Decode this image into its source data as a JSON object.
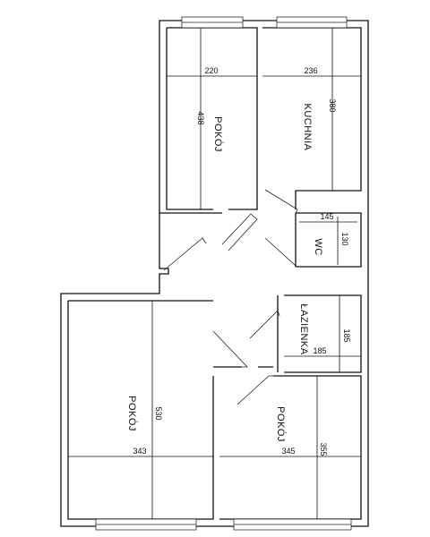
{
  "rooms": {
    "room_top_left": {
      "name": "POKÓJ",
      "width": "220",
      "height": "438"
    },
    "kitchen": {
      "name": "KUCHNIA",
      "width": "236",
      "height": "380"
    },
    "wc": {
      "name": "WC",
      "width": "145",
      "height": "130"
    },
    "bathroom": {
      "name": "ŁAZIENKA",
      "width": "185",
      "height": "185"
    },
    "room_bottom_left": {
      "name": "POKÓJ",
      "width": "343",
      "height": "530"
    },
    "room_bottom_right": {
      "name": "POKÓJ",
      "width": "345",
      "height": "355"
    }
  }
}
